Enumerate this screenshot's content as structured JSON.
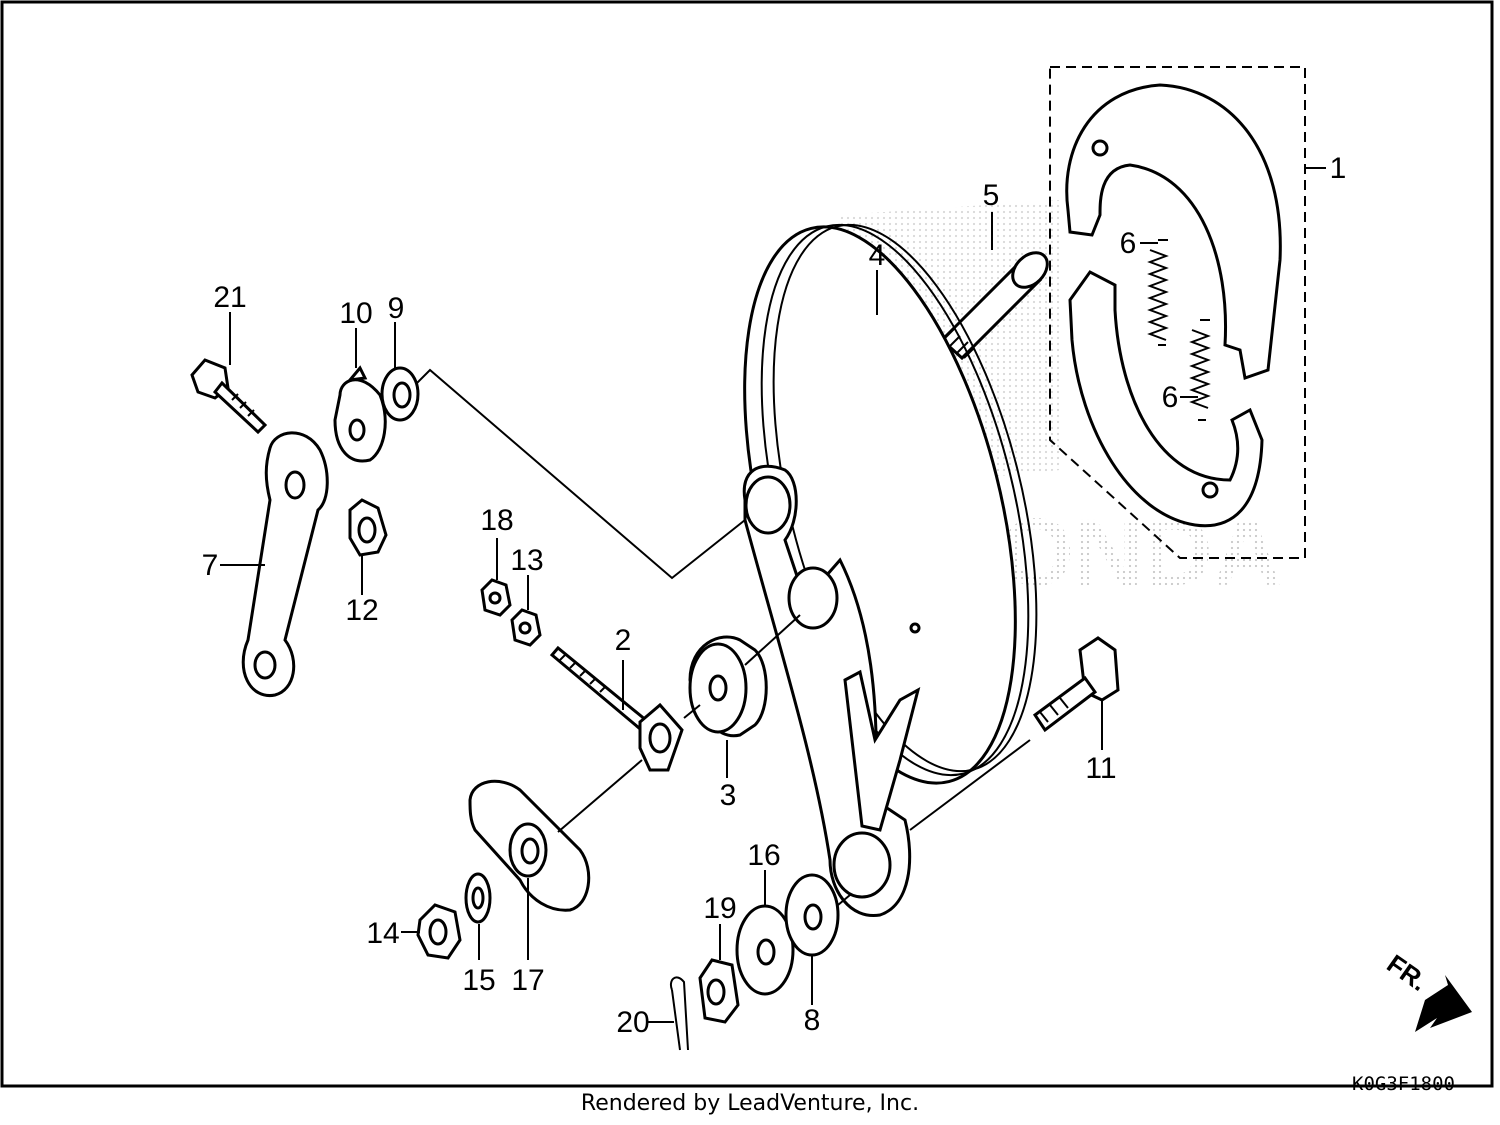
{
  "diagram": {
    "labels": [
      "1",
      "2",
      "3",
      "4",
      "5",
      "6",
      "6",
      "7",
      "8",
      "9",
      "10",
      "11",
      "12",
      "13",
      "14",
      "15",
      "16",
      "17",
      "18",
      "19",
      "20",
      "21"
    ],
    "direction_marker": "FR.",
    "drawing_code": "K0G3F1800",
    "watermark": "HONDA",
    "footer": "Rendered by LeadVenture, Inc."
  }
}
